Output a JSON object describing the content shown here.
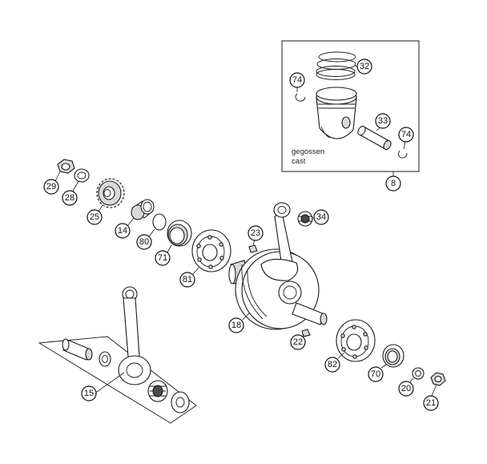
{
  "inset": {
    "note_line1": "gegossen",
    "note_line2": "cast"
  },
  "callouts": {
    "c32": "32",
    "c74a": "74",
    "c33": "33",
    "c74b": "74",
    "c8": "8",
    "c29": "29",
    "c28": "28",
    "c25": "25",
    "c14": "14",
    "c80": "80",
    "c71": "71",
    "c81": "81",
    "c23": "23",
    "c34": "34",
    "c18": "18",
    "c22": "22",
    "c82": "82",
    "c70": "70",
    "c20": "20",
    "c21": "21",
    "c15": "15"
  },
  "colors": {
    "line": "#1a1a1a",
    "shade": "#d9d9d9",
    "background": "#ffffff"
  }
}
